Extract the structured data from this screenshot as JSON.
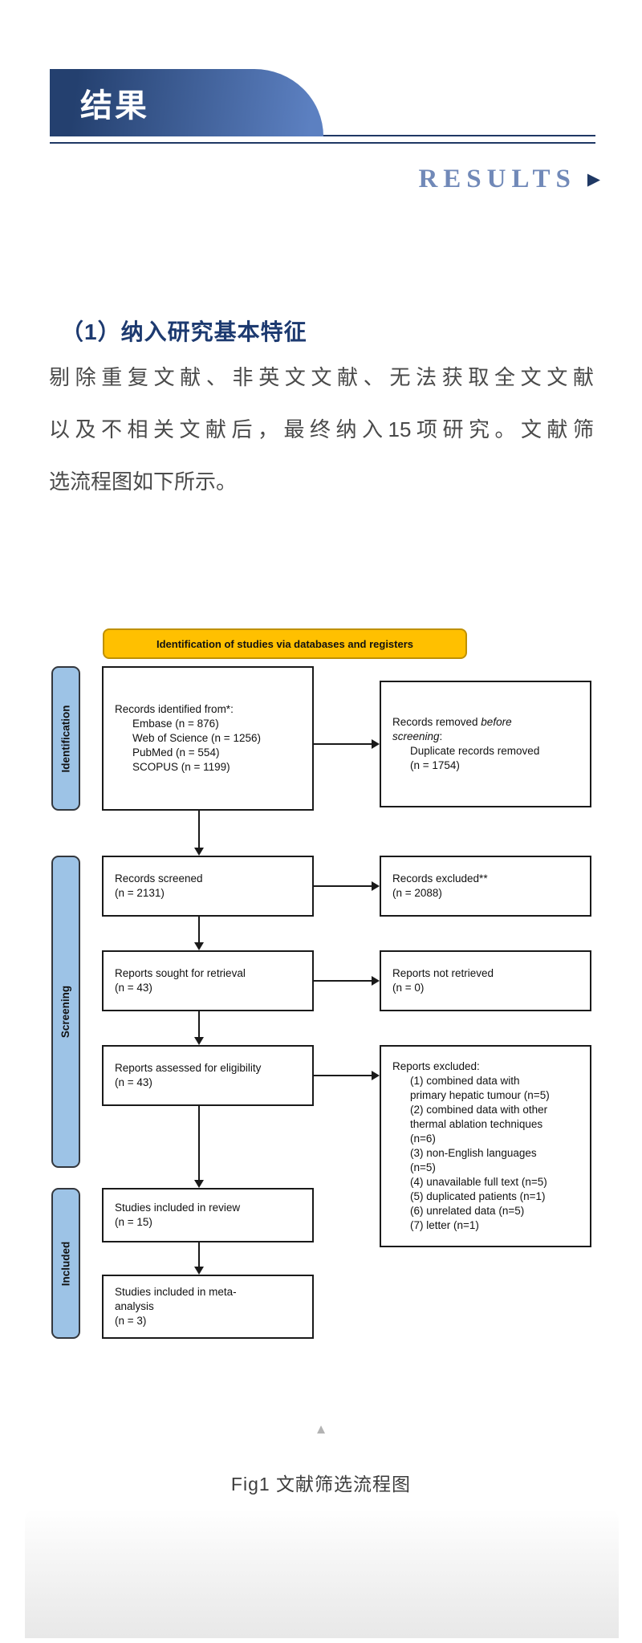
{
  "header": {
    "banner_title": "结果",
    "results_label": "RESULTS",
    "results_arrow": "▶"
  },
  "section": {
    "heading": "（1）纳入研究基本特征",
    "paragraph_lines": [
      "剔除重复文献、非英文文献、无法获取全文文献",
      "以及不相关文献后，最终纳入15项研究。文献筛",
      "选流程图如下所示。"
    ]
  },
  "flowchart": {
    "header": "Identification of studies via databases and registers",
    "side_labels": [
      "Identification",
      "Screening",
      "Included"
    ],
    "boxes": {
      "identified": {
        "title": "Records identified from*:",
        "items": [
          "Embase (n = 876)",
          "Web of Science (n = 1256)",
          "PubMed (n = 554)",
          "SCOPUS (n = 1199)"
        ]
      },
      "removed": {
        "line1_plain": "Records removed ",
        "line1_italic": "before",
        "line2_italic": "screening",
        "line2_plain": ":",
        "items": [
          "Duplicate records removed",
          "(n = 1754)"
        ]
      },
      "screened": {
        "lines": [
          "Records screened",
          "(n = 2131)"
        ]
      },
      "records_excluded": {
        "lines": [
          "Records excluded**",
          "(n = 2088)"
        ]
      },
      "sought": {
        "lines": [
          "Reports sought for retrieval",
          "(n = 43)"
        ]
      },
      "not_retrieved": {
        "lines": [
          "Reports not retrieved",
          "(n = 0)"
        ]
      },
      "assessed": {
        "lines": [
          "Reports assessed for eligibility",
          "(n = 43)"
        ]
      },
      "reports_excluded": {
        "title": "Reports excluded:",
        "lines": [
          "(1) combined data with",
          "primary hepatic tumour (n=5)",
          "(2) combined data with other",
          "thermal ablation techniques",
          "(n=6)",
          "(3) non-English languages",
          "(n=5)",
          "(4) unavailable full text (n=5)",
          "(5) duplicated patients (n=1)",
          "(6) unrelated data (n=5)",
          "(7) letter (n=1)"
        ]
      },
      "included_review": {
        "lines": [
          "Studies included in review",
          "(n = 15)"
        ]
      },
      "included_meta": {
        "lines": [
          "Studies included in meta-",
          "analysis",
          "(n = 3)"
        ]
      }
    },
    "colors": {
      "header_bg": "#FFC000",
      "header_border": "#BF9000",
      "side_label_bg": "#9DC3E6"
    }
  },
  "figure": {
    "collapse_icon": "▲",
    "caption": "Fig1 文献筛选流程图"
  },
  "colors": {
    "banner_gradient_start": "#24406f",
    "banner_gradient_end": "#5c80c1",
    "accent_navy": "#1f3864",
    "results_blue": "#7189b8",
    "body_text": "#4a4a4a"
  }
}
